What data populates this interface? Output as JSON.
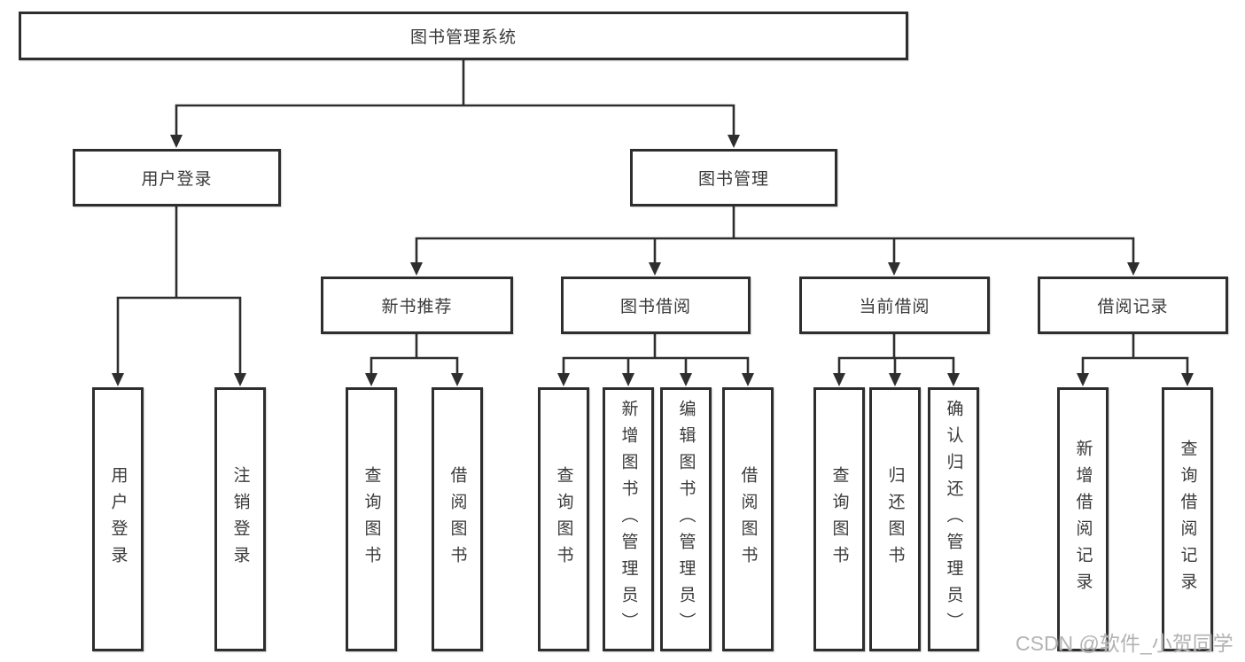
{
  "diagram": {
    "type": "hierarchy-flowchart",
    "root": {
      "label": "图书管理系统"
    },
    "level2": [
      {
        "label": "用户登录"
      },
      {
        "label": "图书管理"
      }
    ],
    "level3": [
      {
        "label": "新书推荐",
        "parent": "图书管理"
      },
      {
        "label": "图书借阅",
        "parent": "图书管理"
      },
      {
        "label": "当前借阅",
        "parent": "图书管理"
      },
      {
        "label": "借阅记录",
        "parent": "图书管理"
      }
    ],
    "leaves": [
      {
        "label": "用户登录",
        "parent": "用户登录"
      },
      {
        "label": "注销登录",
        "parent": "用户登录"
      },
      {
        "label": "查询图书",
        "parent": "新书推荐"
      },
      {
        "label": "借阅图书",
        "parent": "新书推荐"
      },
      {
        "label": "查询图书",
        "parent": "图书借阅"
      },
      {
        "label": "新增图书（管理员）",
        "parent": "图书借阅"
      },
      {
        "label": "编辑图书（管理员）",
        "parent": "图书借阅"
      },
      {
        "label": "借阅图书",
        "parent": "图书借阅"
      },
      {
        "label": "查询图书",
        "parent": "当前借阅"
      },
      {
        "label": "归还图书",
        "parent": "当前借阅"
      },
      {
        "label": "确认归还（管理员）",
        "parent": "当前借阅"
      },
      {
        "label": "新增借阅记录",
        "parent": "借阅记录"
      },
      {
        "label": "查询借阅记录",
        "parent": "借阅记录"
      }
    ],
    "watermark": "CSDN @软件_小贺同学",
    "colors": {
      "line": "#2e2e2e",
      "box_border": "#2e2e2e",
      "box_bg": "#ffffff",
      "text": "#3a3a3a",
      "watermark": "#b3b3b3"
    }
  }
}
